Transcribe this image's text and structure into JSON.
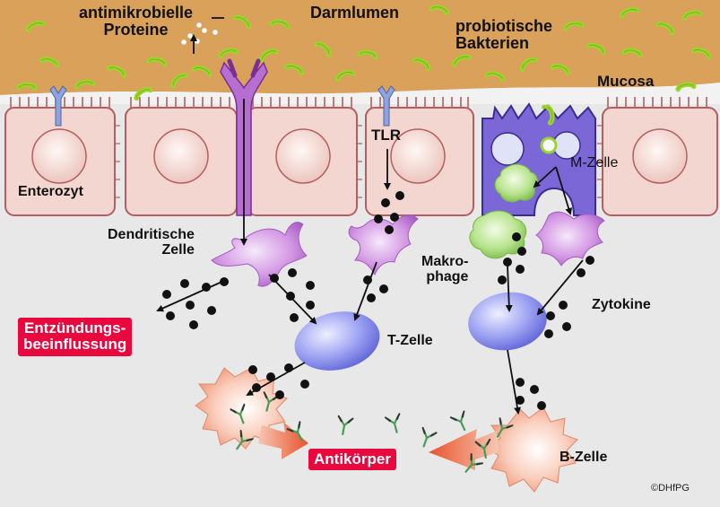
{
  "labels": {
    "antimicrobial": "antimikrobielle\nProteine",
    "lumen": "Darmlumen",
    "probiotic": "probiotische\nBakterien",
    "mucosa": "Mucosa",
    "tlr": "TLR",
    "mcell": "M-Zelle",
    "enterocyte": "Enterozyt",
    "dendritic": "Dendritische\nZelle",
    "macrophage": "Makro-\nphage",
    "cytokine": "Zytokine",
    "tcell": "T-Zelle",
    "bcell": "B-Zelle",
    "inflammation": "Entzündungs-\nbeeinflussung",
    "antibody": "Antikörper",
    "copyright": "©DHfPG"
  },
  "colors": {
    "lumen": "#d9a15a",
    "bacteria": "#9bd42a",
    "epithelium": "#f4d6d0",
    "epithelium_edge": "#b45f5f",
    "mcell": "#7b67d6",
    "dendritic": "#c77fd8",
    "macrophage": "#a6db7c",
    "lymphocyte": "#7f86e8",
    "plasma": "#f6b39a",
    "highlight": "#e8083e"
  },
  "icons": [
    "tlr-receptor-icon",
    "antibody-icon",
    "bacteria-icon",
    "cytokine-dot-icon",
    "arrow-icon"
  ]
}
